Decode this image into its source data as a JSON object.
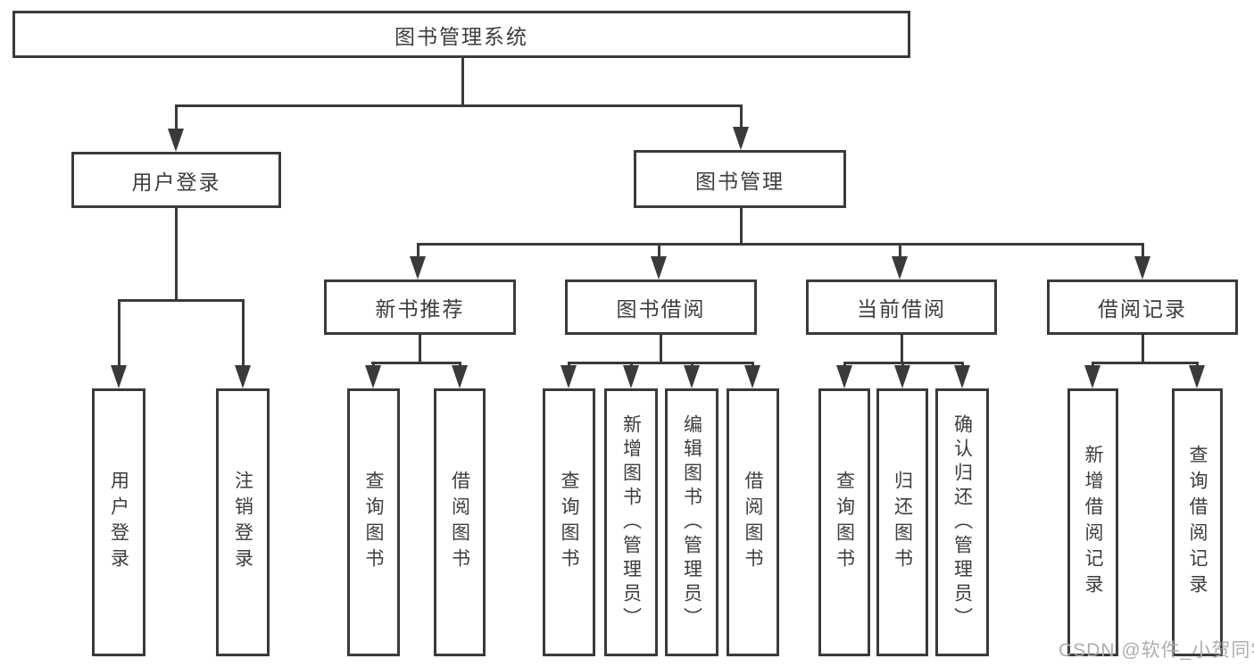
{
  "diagram": {
    "type": "hierarchy-tree",
    "watermark": "CSDN @软件_小贺同学",
    "colors": {
      "line": "#3a3a3a",
      "text": "#3d3d3d",
      "watermark": "#aaaaaa",
      "background": "#ffffff"
    },
    "nodes": {
      "root": "图书管理系统",
      "user_login": "用户登录",
      "book_mgmt": "图书管理",
      "new_book_rec": "新书推荐",
      "book_borrow": "图书借阅",
      "current_borrow": "当前借阅",
      "borrow_record": "借阅记录",
      "leaf_user_login": "用户登录",
      "leaf_logout": "注销登录",
      "rec_query_book": "查询图书",
      "rec_borrow_book": "借阅图书",
      "bb_query_book": "查询图书",
      "bb_add_book": "新增图书（管理员）",
      "bb_edit_book": "编辑图书（管理员）",
      "bb_borrow_book": "借阅图书",
      "cb_query_book": "查询图书",
      "cb_return_book": "归还图书",
      "cb_confirm_return": "确认归还（管理员）",
      "br_add_record": "新增借阅记录",
      "br_query_record": "查询借阅记录"
    },
    "edges": [
      [
        "root",
        "user_login"
      ],
      [
        "root",
        "book_mgmt"
      ],
      [
        "user_login",
        "leaf_user_login"
      ],
      [
        "user_login",
        "leaf_logout"
      ],
      [
        "book_mgmt",
        "new_book_rec"
      ],
      [
        "book_mgmt",
        "book_borrow"
      ],
      [
        "book_mgmt",
        "current_borrow"
      ],
      [
        "book_mgmt",
        "borrow_record"
      ],
      [
        "new_book_rec",
        "rec_query_book"
      ],
      [
        "new_book_rec",
        "rec_borrow_book"
      ],
      [
        "book_borrow",
        "bb_query_book"
      ],
      [
        "book_borrow",
        "bb_add_book"
      ],
      [
        "book_borrow",
        "bb_edit_book"
      ],
      [
        "book_borrow",
        "bb_borrow_book"
      ],
      [
        "current_borrow",
        "cb_query_book"
      ],
      [
        "current_borrow",
        "cb_return_book"
      ],
      [
        "current_borrow",
        "cb_confirm_return"
      ],
      [
        "borrow_record",
        "br_add_record"
      ],
      [
        "borrow_record",
        "br_query_record"
      ]
    ]
  }
}
